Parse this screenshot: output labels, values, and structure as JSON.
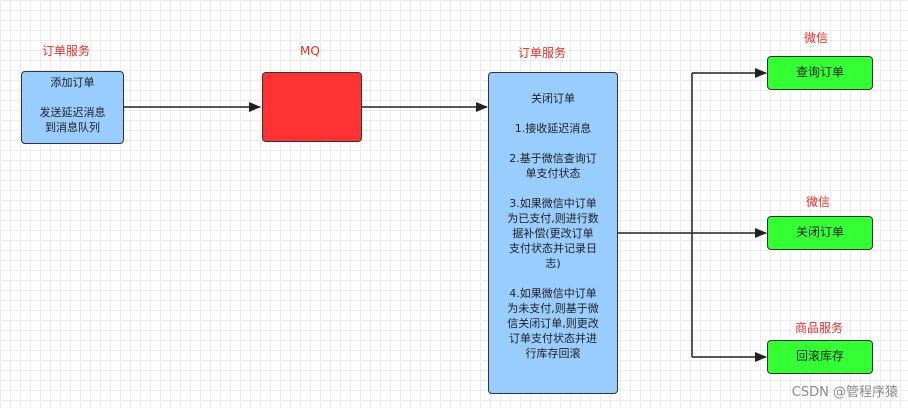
{
  "labels": {
    "order_service_left": "订单服务",
    "mq": "MQ",
    "order_service_mid": "订单服务",
    "wechat_top": "微信",
    "wechat_mid": "微信",
    "product_service": "商品服务"
  },
  "add_order_box": {
    "title": "添加订单",
    "line1": "发送延迟消息",
    "line2": "到消息队列"
  },
  "close_order_box": {
    "title": "关闭订单",
    "step1": "1.接收延迟消息",
    "step2": [
      "2.基于微信查询订",
      "单支付状态"
    ],
    "step3": [
      "3.如果微信中订单",
      "为已支付,则进行数",
      "据补偿(更改订单",
      "支付状态并记录日",
      "志)"
    ],
    "step4": [
      "4.如果微信中订单",
      "为未支付,则基于微",
      "信关闭订单,则更改",
      "订单支付状态并进",
      "行库存回滚"
    ]
  },
  "right_boxes": {
    "query_order": "查询订单",
    "close_order": "关闭订单",
    "rollback_stock": "回滚库存"
  },
  "colors": {
    "blue": "#99ccff",
    "red": "#ff3333",
    "green": "#33ff33",
    "label_red": "#e0312b"
  },
  "watermark": "CSDN @管程序猿"
}
